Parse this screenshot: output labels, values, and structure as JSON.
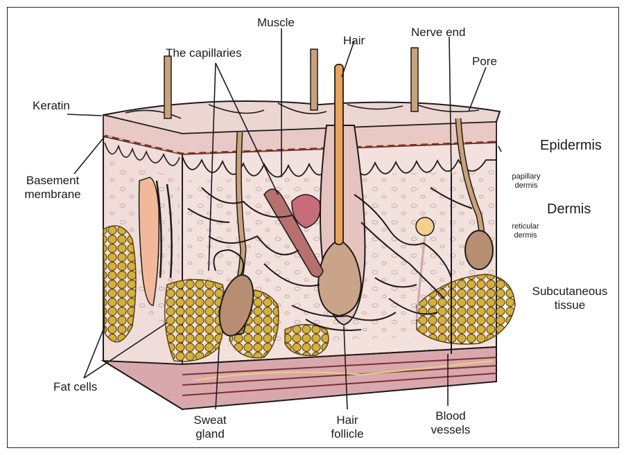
{
  "labels": {
    "keratin": "Keratin",
    "capillaries": "The capillaries",
    "muscle": "Muscle",
    "hair": "Hair",
    "nerve_end": "Nerve end",
    "pore": "Pore",
    "epidermis": "Epidermis",
    "papillary_line1": "papillary",
    "papillary_line2": "dermis",
    "dermis": "Dermis",
    "reticular_line1": "reticular",
    "reticular_line2": "dermis",
    "subcutaneous_line1": "Subcutaneous",
    "subcutaneous_line2": "tissue",
    "basement_line1": "Basement",
    "basement_line2": "membrane",
    "fat_cells": "Fat cells",
    "sweat_line1": "Sweat",
    "sweat_line2": "gland",
    "follicle_line1": "Hair",
    "follicle_line2": "follicle",
    "blood_line1": "Blood",
    "blood_line2": "vessels"
  },
  "colors": {
    "epidermis": "#e8c9c5",
    "dermis": "#f3e1dd",
    "fat": "#d4b03c",
    "hair": "#e9a35a",
    "bulb": "#caa488",
    "muscle": "#b8706f",
    "vessel": "#8b2f3a",
    "outline": "#1a1a1a"
  }
}
